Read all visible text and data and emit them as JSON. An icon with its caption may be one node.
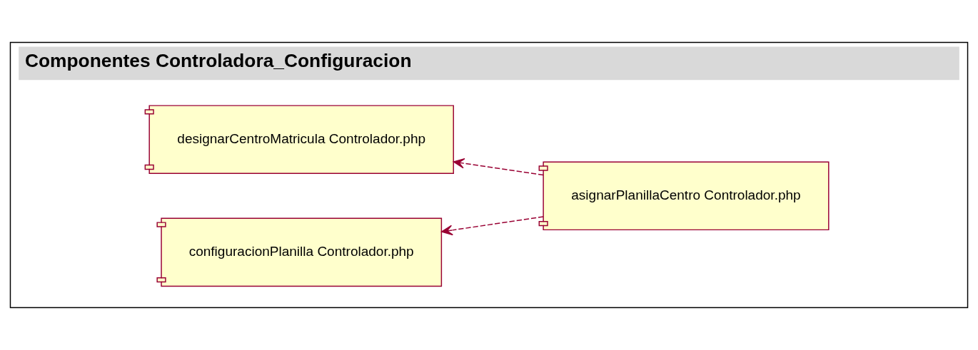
{
  "diagram": {
    "nodes": [
      {
        "text": [
          "Componentes Controladora_Configuracion"
        ]
      },
      {
        "text": [
          "configuracionPlanilla Controlador.php"
        ],
        "in": 0
      },
      {
        "text": [
          "asignarPlanillaCentro Controlador.php"
        ],
        "in": 0
      },
      {
        "text": [
          "designarCentroMatricula Controlador.php"
        ],
        "in": 0
      }
    ],
    "edges": [
      {
        "from": 2,
        "to": 1,
        "arrow": "to",
        "style": "dashed"
      },
      {
        "from": 2,
        "to": 3,
        "arrow": "to",
        "style": "dashed"
      }
    ]
  }
}
